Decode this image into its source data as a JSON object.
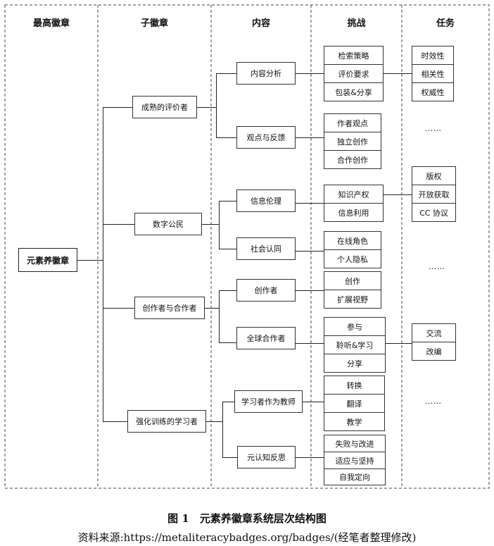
{
  "headers": {
    "col1": "最高徽章",
    "col2": "子徽章",
    "col3": "内容",
    "col4": "挑战",
    "col5": "任务"
  },
  "root": "元素养徽章",
  "sub_badges": [
    "成熟的评价者",
    "数字公民",
    "创作者与合作者",
    "强化训练的学习者"
  ],
  "contents": [
    "内容分析",
    "观点与反馈",
    "信息伦理",
    "社会认同",
    "创作者",
    "全球合作者",
    "学习者作为教师",
    "元认知反思"
  ],
  "challenges": [
    [
      "检索策略",
      "评价要求",
      "包装&分享"
    ],
    [
      "作者观点",
      "独立创作",
      "合作创作"
    ],
    [
      "知识产权",
      "信息利用"
    ],
    [
      "在线角色",
      "个人隐私"
    ],
    [
      "创作",
      "扩展视野"
    ],
    [
      "参与",
      "聆听&学习",
      "分享"
    ],
    [
      "转换",
      "翻译",
      "教学"
    ],
    [
      "失败与改进",
      "适应与坚持",
      "自我定向"
    ]
  ],
  "tasks": [
    [
      "时效性",
      "相关性",
      "权威性"
    ],
    [
      "版权",
      "开放获取",
      "CC 协议"
    ],
    [
      "交流",
      "改编"
    ]
  ],
  "ellipsis": "……",
  "caption": {
    "title": "图 1　元素养徽章系统层次结构图",
    "source": "资料来源:https://metaliteracybadges.org/badges/(经笔者整理修改)"
  }
}
